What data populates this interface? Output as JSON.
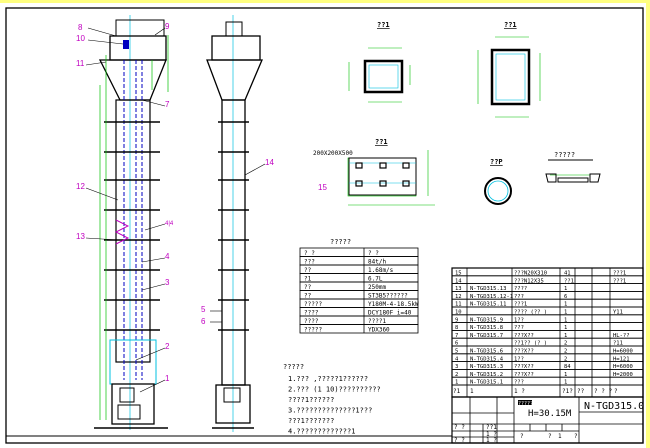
{
  "colors": {
    "line": "#000000",
    "center": "#00c0e0",
    "dimension": "#00c000",
    "hidden": "#0000c0",
    "callout": "#c000c0",
    "frame_edge": "#ffff80"
  },
  "callouts": {
    "left": [
      "8",
      "10",
      "11",
      "12",
      "13"
    ],
    "right": [
      "9",
      "7",
      "4|4",
      "4",
      "3",
      "2",
      "1"
    ],
    "side": [
      "14",
      "5",
      "6"
    ],
    "plan": [
      "15"
    ]
  },
  "sections": {
    "a_title": "??1",
    "b_title": "??1",
    "c_title": "??1",
    "d_title": "??P",
    "e_title": "?????",
    "bolt_label": "200X200X500"
  },
  "params": {
    "title": "?????",
    "header": [
      "? ?",
      "? ?"
    ],
    "rows": [
      [
        "???",
        "84t/h"
      ],
      [
        "??",
        "1.68m/s"
      ],
      [
        "?1",
        "6.7L"
      ],
      [
        "??",
        "250mm"
      ],
      [
        "??",
        "ST3B5??????"
      ],
      [
        "?????",
        "Y180M-4-18.5kW"
      ],
      [
        "????",
        "DCY180F i=40"
      ],
      [
        "????",
        "????1"
      ],
      [
        "?????",
        "YDX360"
      ]
    ]
  },
  "notes": {
    "title": "?????",
    "lines": [
      "1.???  ,?????1??????",
      "2.???  (1 10)??????????",
      "  ????1??????",
      "3.??????????????1???",
      "  ???1???????",
      "4.?????????????1"
    ]
  },
  "parts": {
    "rows": [
      [
        "15",
        "",
        "???N20X310",
        "41",
        "???1"
      ],
      [
        "14",
        "",
        "???N12X35",
        "??1",
        "???1"
      ],
      [
        "13",
        "N-TGD315.13",
        "????",
        "1",
        ""
      ],
      [
        "12",
        "N-TGD315.12-1",
        "???",
        "6",
        ""
      ],
      [
        "11",
        "N-TGD315.11",
        "???1",
        "1",
        ""
      ],
      [
        "10",
        "",
        "????  (??  )",
        "1",
        "Y11"
      ],
      [
        "9",
        "N-TGD315.9",
        "1??",
        "1",
        ""
      ],
      [
        "8",
        "N-TGD315.8",
        "???",
        "1",
        ""
      ],
      [
        "7",
        "N-TGD315.7",
        "???X??",
        "1",
        "HL-??"
      ],
      [
        "6",
        "",
        "??1??   (?  )",
        "2",
        "?11"
      ],
      [
        "5",
        "N-TGD315.6",
        "???X??",
        "2",
        "H=6000"
      ],
      [
        "4",
        "N-TGD315.4",
        "1??",
        "2",
        "H=121"
      ],
      [
        "3",
        "N-TGD315.3",
        "???X??",
        "84",
        "H=6000"
      ],
      [
        "2",
        "N-TGD315.2",
        "???X??",
        "1",
        "H=2000"
      ],
      [
        "1",
        "N-TGD315.1",
        "???",
        "1",
        ""
      ]
    ],
    "header": [
      "?1",
      "1",
      "1 ?",
      "?1?",
      "??",
      "? ? ?",
      "?"
    ]
  },
  "title_block": {
    "label": "?????",
    "model": "H=30.15M",
    "drawing_no": "N-TGD315.0",
    "small": [
      "? ?",
      "? ?",
      "??1",
      "1 ?",
      "1 ?",
      "?",
      "?",
      "1",
      "?"
    ]
  }
}
